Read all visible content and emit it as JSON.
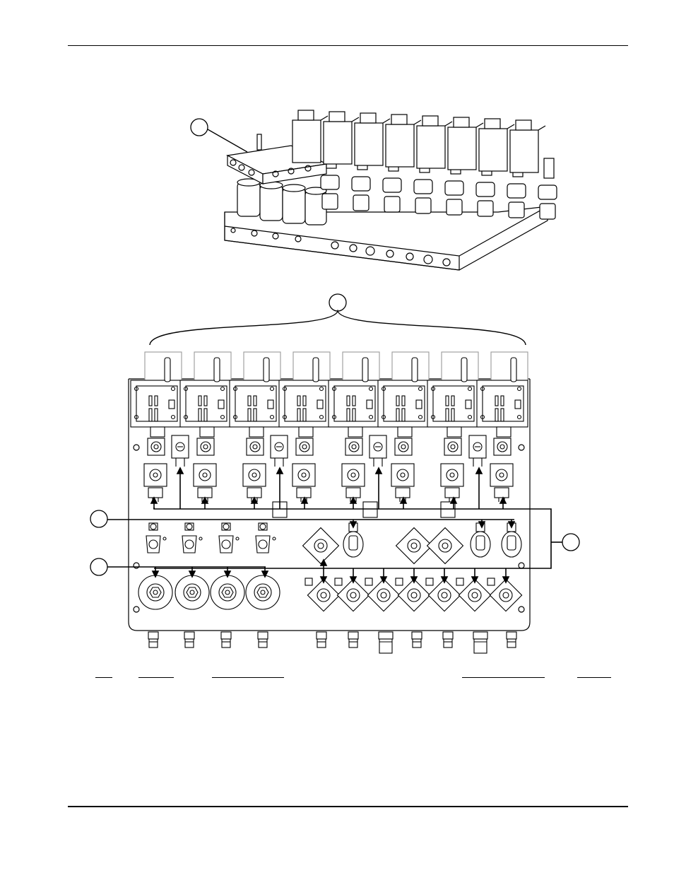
{
  "page": {
    "header_rule": true,
    "footer_rule": true
  },
  "figure": {
    "callouts": [
      {
        "id": "callout-manifold",
        "label": ""
      },
      {
        "id": "callout-valve-bank",
        "label": ""
      },
      {
        "id": "callout-left-upper",
        "label": ""
      },
      {
        "id": "callout-left-lower",
        "label": ""
      },
      {
        "id": "callout-right",
        "label": ""
      }
    ],
    "valve_count_top": 8,
    "lower_solenoids": 7,
    "regulators": 4,
    "bottom_fittings": 11
  },
  "table_header": {
    "columns": [
      "",
      "",
      "",
      "",
      ""
    ]
  }
}
